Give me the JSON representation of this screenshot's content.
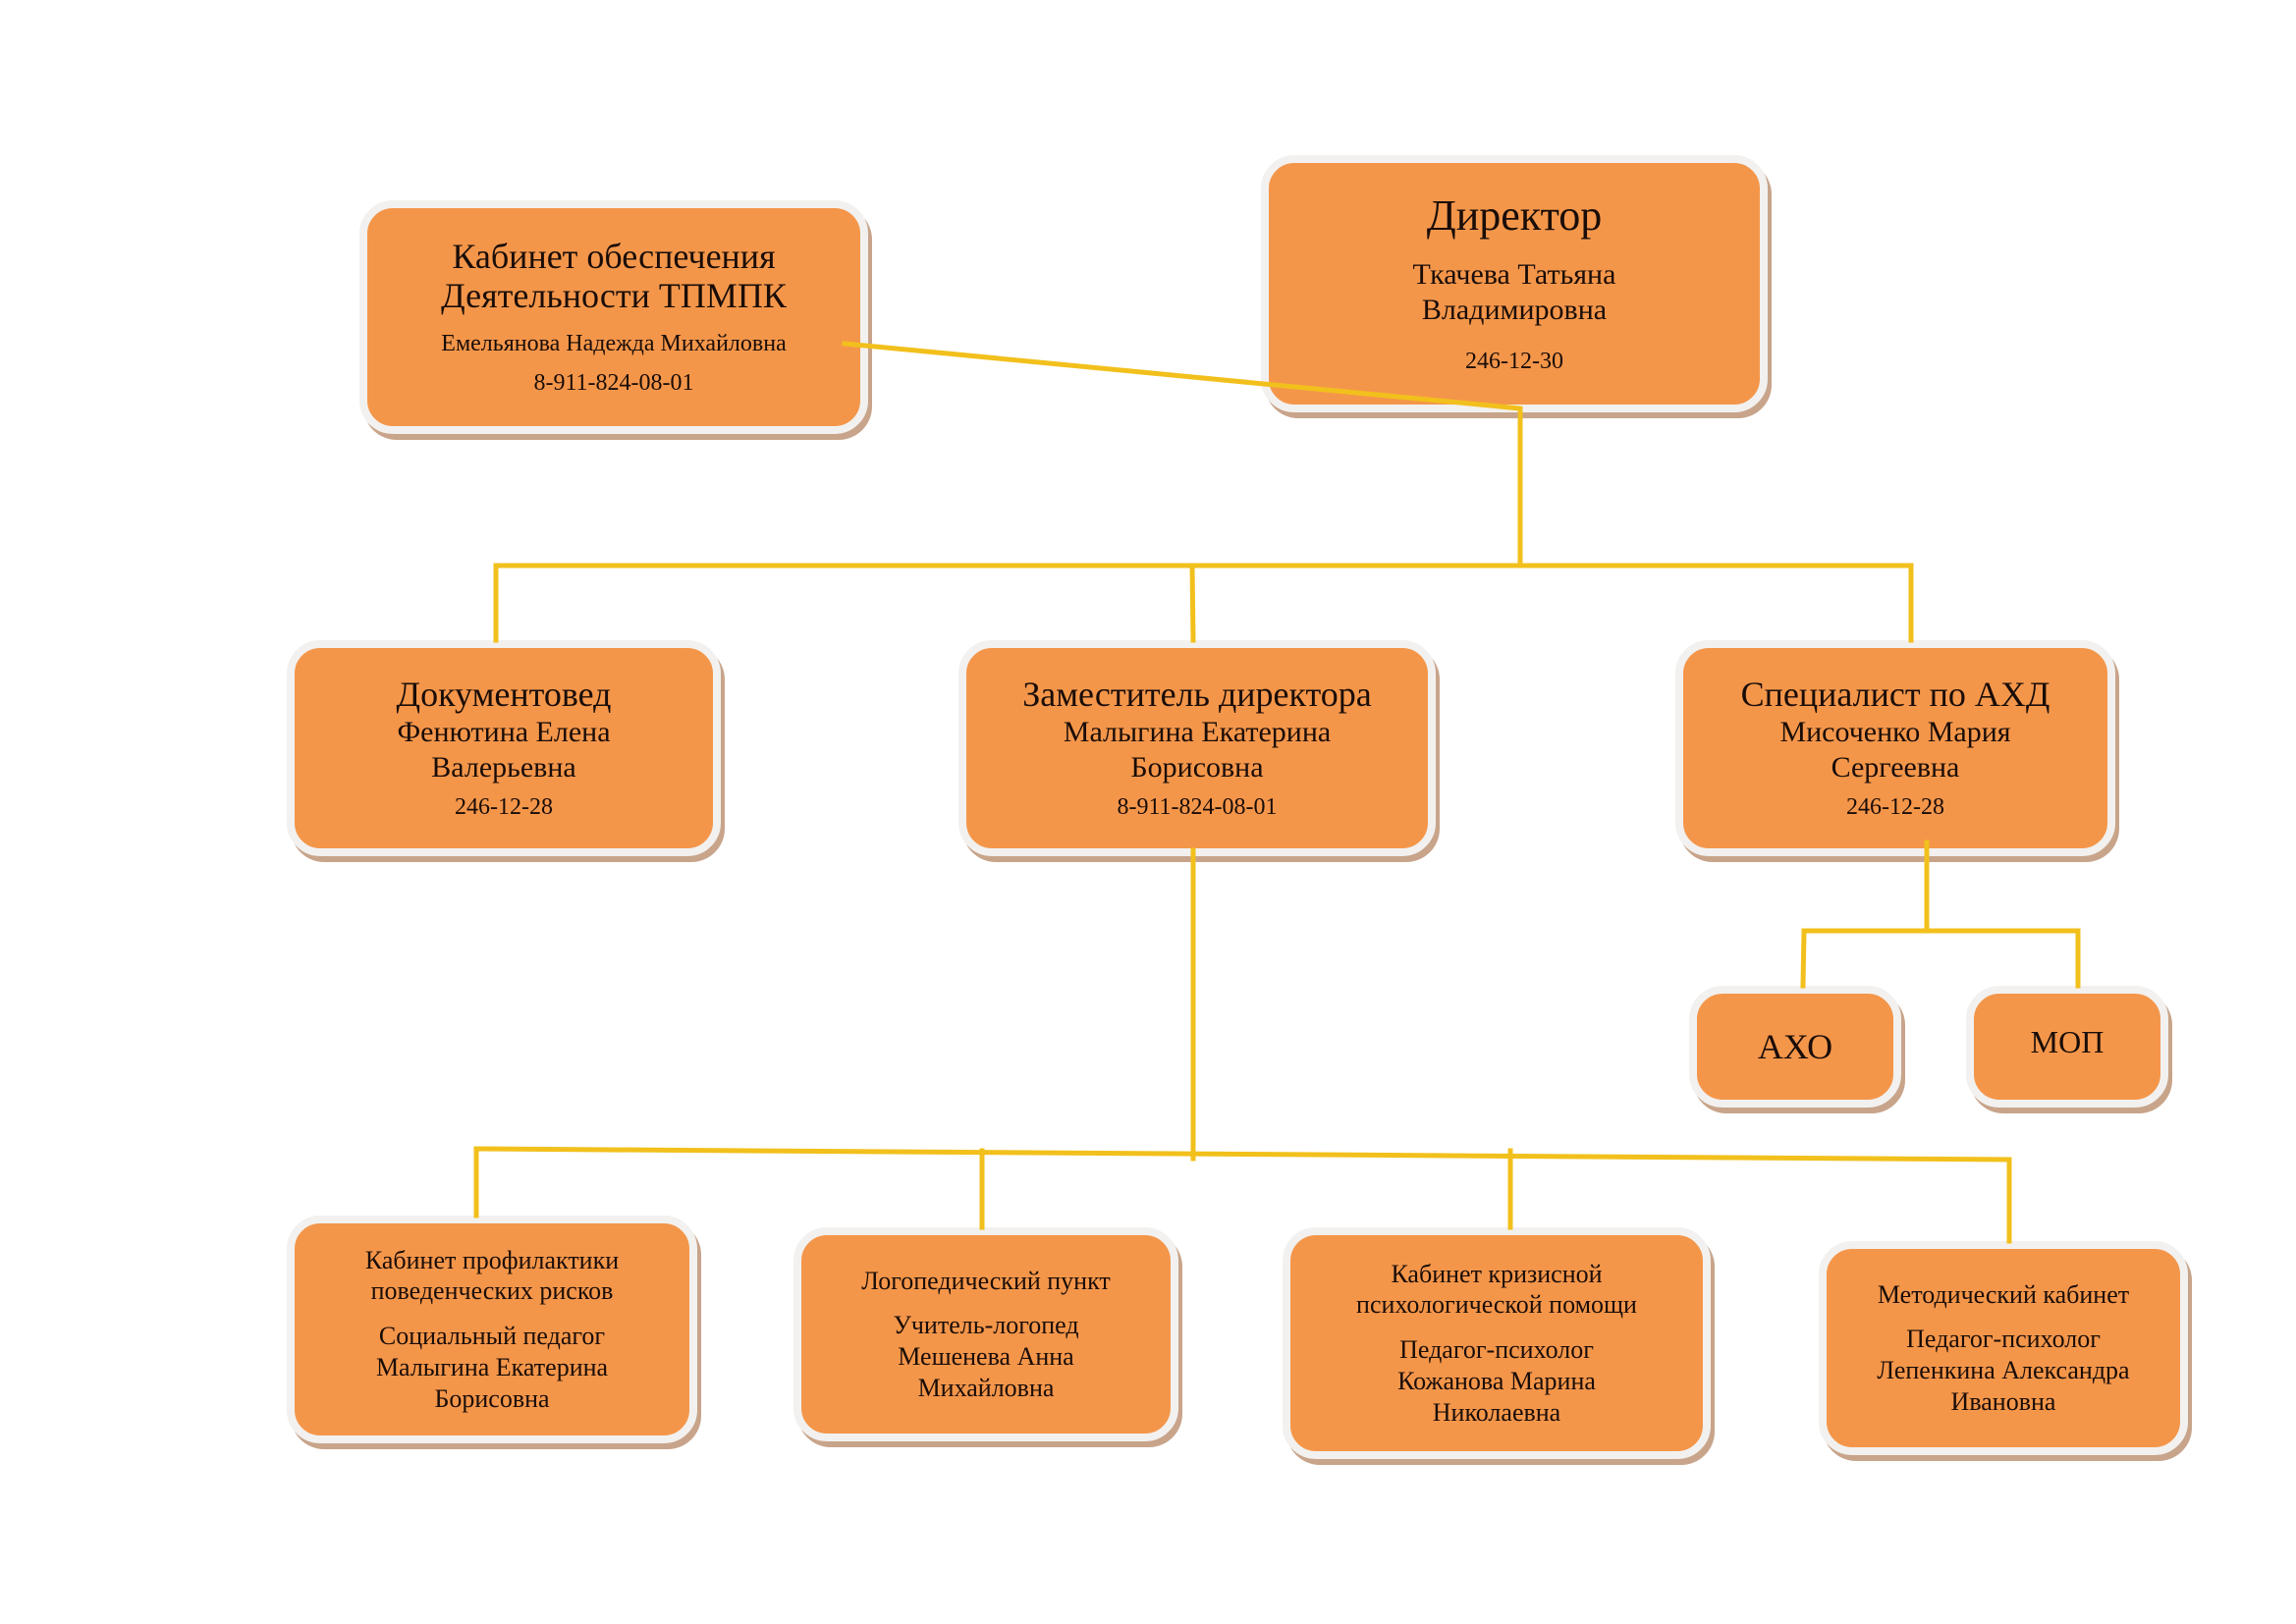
{
  "colors": {
    "box_fill": "#f4964a",
    "box_border": "#f2f1ef",
    "box_shadow": "#c8a48a",
    "connector": "#f2c01c",
    "text": "#1a0d08"
  },
  "director": {
    "title": "Директор",
    "name_line1": "Ткачева Татьяна",
    "name_line2": "Владимировна",
    "phone": "246-12-30"
  },
  "cabinet_support": {
    "title_line1": "Кабинет обеспечения",
    "title_line2": "Деятельности ТПМПК",
    "name": "Емельянова Надежда Михайловна",
    "phone": "8-911-824-08-01"
  },
  "documentoved": {
    "title": "Документовед",
    "name_line1": "Фенютина Елена",
    "name_line2": "Валерьевна",
    "phone": "246-12-28"
  },
  "deputy": {
    "title": "Заместитель директора",
    "name_line1": "Малыгина Екатерина",
    "name_line2": "Борисовна",
    "phone": "8-911-824-08-01"
  },
  "ahd_specialist": {
    "title": "Специалист по АХД",
    "name_line1": "Мисоченко Мария",
    "name_line2": "Сергеевна",
    "phone": "246-12-28"
  },
  "aho": {
    "title": "АХО"
  },
  "mop": {
    "title": "МОП"
  },
  "prevention_cabinet": {
    "title_line1": "Кабинет профилактики",
    "title_line2": "поведенческих рисков",
    "role": "Социальный педагог",
    "name_line1": "Малыгина Екатерина",
    "name_line2": "Борисовна"
  },
  "speech_point": {
    "title": "Логопедический пункт",
    "role": "Учитель-логопед",
    "name_line1": "Мешенева Анна",
    "name_line2": "Михайловна"
  },
  "crisis_cabinet": {
    "title_line1": "Кабинет кризисной",
    "title_line2": "психологической помощи",
    "role": "Педагог-психолог",
    "name_line1": "Кожанова Марина",
    "name_line2": "Николаевна"
  },
  "methodical_cabinet": {
    "title": "Методический кабинет",
    "role": "Педагог-психолог",
    "name_line1": "Лепенкина Александра",
    "name_line2": "Ивановна"
  }
}
